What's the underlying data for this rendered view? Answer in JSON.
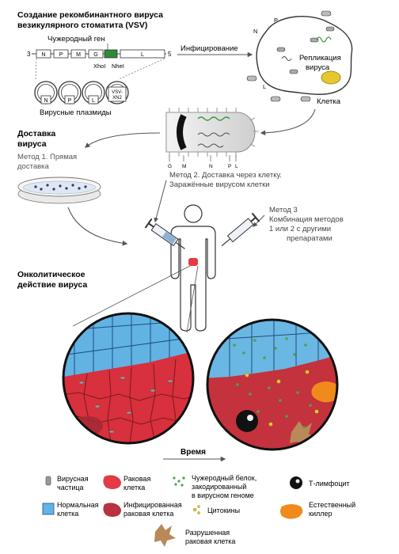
{
  "title": {
    "line1": "Создание рекомбинантного вируса",
    "line2": "везикулярного стоматита (VSV)"
  },
  "construct": {
    "foreign_gene": "Чужеродный ген",
    "end3": "3",
    "end5": "5",
    "genes": [
      "N",
      "P",
      "M",
      "G",
      "L"
    ],
    "site1": "XhoI",
    "site2": "NheI"
  },
  "plasmids": {
    "labels": [
      "N",
      "P",
      "L"
    ],
    "vsv_label_line1": "VSV-",
    "vsv_label_line2": "XN2",
    "caption": "Вирусные плазмиды"
  },
  "infection": {
    "arrow_label": "Инфицирование",
    "replication_line1": "Репликация",
    "replication_line2": "вируса",
    "cell_label": "Клетка",
    "gene_letters": [
      "P",
      "N",
      "L"
    ]
  },
  "virion": {
    "labels": [
      "G",
      "M",
      "N",
      "P",
      "L"
    ]
  },
  "delivery": {
    "title_line1": "Доставка",
    "title_line2": "вируса",
    "method1_line1": "Метод 1. Прямая",
    "method1_line2": "доставка",
    "method2_line1": "Метод 2. Доставка через клетку.",
    "method2_line2": "Заражённые вирусом клетки",
    "method3_line1": "Метод 3",
    "method3_line2": "Комбинация методов",
    "method3_line3": "1 или 2 с другими",
    "method3_line4": "препаратами"
  },
  "oncolytic": {
    "title_line1": "Онколитическое",
    "title_line2": "действие вируса",
    "time_label": "Время"
  },
  "legend": {
    "virus_particle_line1": "Вирусная",
    "virus_particle_line2": "частица",
    "cancer_cell_line1": "Раковая",
    "cancer_cell_line2": "клетка",
    "foreign_protein_line1": "Чужеродный белок,",
    "foreign_protein_line2": "закодированный",
    "foreign_protein_line3": "в вирусном геноме",
    "t_lymphocyte": "Т-лимфоцит",
    "normal_cell_line1": "Нормальная",
    "normal_cell_line2": "клетка",
    "infected_cell_line1": "Инфицированная",
    "infected_cell_line2": "раковая клетка",
    "cytokines": "Цитокины",
    "nk_line1": "Естественный",
    "nk_line2": "киллер",
    "destroyed_line1": "Разрушенная",
    "destroyed_line2": "раковая клетка"
  },
  "colors": {
    "cancer": "#e23b45",
    "infected": "#b8323f",
    "normal": "#63b4e4",
    "green": "#4ca34a",
    "nk": "#f08a1c",
    "destroyed": "#b9895a",
    "arrow": "#555555"
  }
}
